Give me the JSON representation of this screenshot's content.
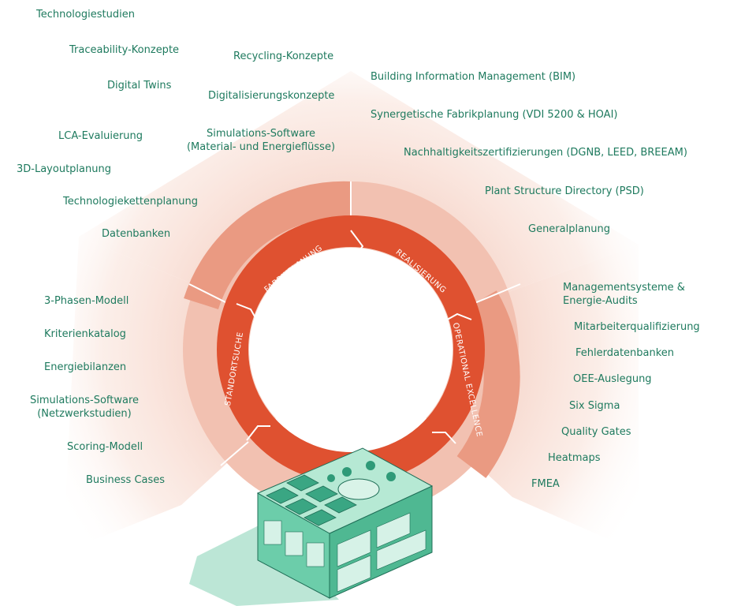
{
  "colors": {
    "text": "#1e7a5e",
    "ring_inner": "#df5130",
    "ring_outer": "#ea9a82",
    "ring_outer_alt": "#f2c1b1",
    "fan": "#f7d8cd",
    "building": "#5cc5a0",
    "building_dark": "#2f9a78"
  },
  "phases": {
    "fabrikplanung": "FABRIKPLANUNG",
    "realisierung": "REALISIERUNG",
    "operational_excellence": "OPERATIONAL EXCELLENCE",
    "standortsuche": "STANDORTSUCHE"
  },
  "fabrikplanung_items": [
    "Technologiestudien",
    "Traceability-Konzepte",
    "Recycling-Konzepte",
    "Digital Twins",
    "Digitalisierungskonzepte",
    "Simulations-Software",
    "(Material- und Energieflüsse)",
    "LCA-Evaluierung",
    "3D-Layoutplanung",
    "Technologiekettenplanung",
    "Datenbanken"
  ],
  "realisierung_items": [
    "Building Information Management (BIM)",
    "Synergetische Fabrikplanung (VDI 5200 & HOAI)",
    "Nachhaltigkeitszertifizierungen (DGNB, LEED, BREEAM)",
    "Plant Structure Directory (PSD)",
    "Generalplanung"
  ],
  "operational_items": [
    "Managementsysteme &",
    "Energie-Audits",
    "Mitarbeiterqualifizierung",
    "Fehlerdatenbanken",
    "OEE-Auslegung",
    "Six Sigma",
    "Quality Gates",
    "Heatmaps",
    "FMEA"
  ],
  "standort_items": [
    "3-Phasen-Modell",
    "Kriterienkatalog",
    "Energiebilanzen",
    "Simulations-Software",
    "(Netzwerkstudien)",
    "Scoring-Modell",
    "Business Cases"
  ]
}
